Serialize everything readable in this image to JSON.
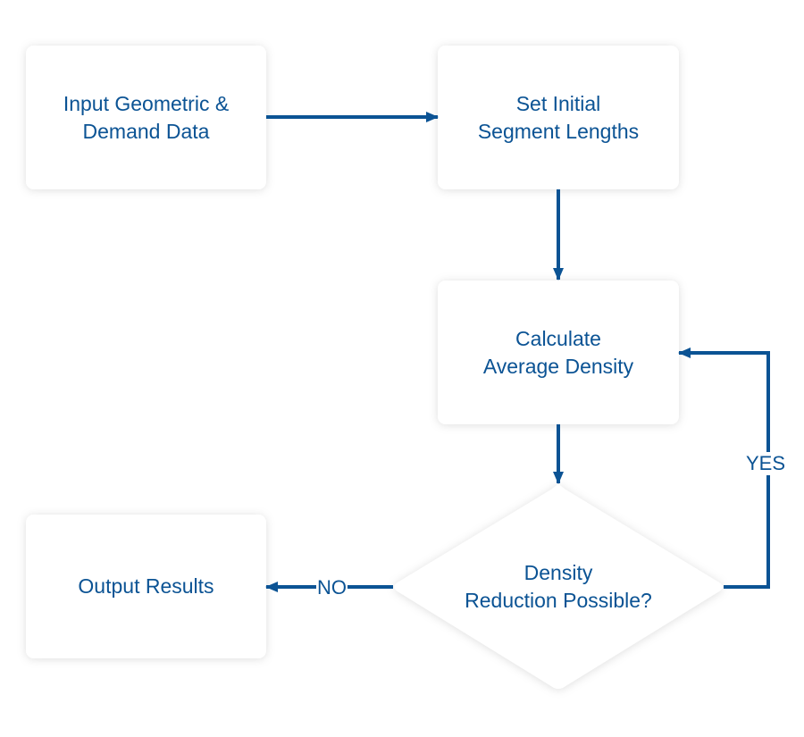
{
  "colors": {
    "accent": "#0b5394",
    "node_fill": "#ffffff",
    "background": "#ffffff"
  },
  "nodes": {
    "input_data": {
      "line1": "Input Geometric &",
      "line2": "Demand Data"
    },
    "set_lengths": {
      "line1": "Set Initial",
      "line2": "Segment Lengths"
    },
    "calc_density": {
      "line1": "Calculate",
      "line2": "Average Density"
    },
    "decision": {
      "line1": "Density",
      "line2": "Reduction Possible?"
    },
    "output": {
      "line1": "Output Results"
    }
  },
  "edges": {
    "yes_label": "YES",
    "no_label": "NO"
  }
}
